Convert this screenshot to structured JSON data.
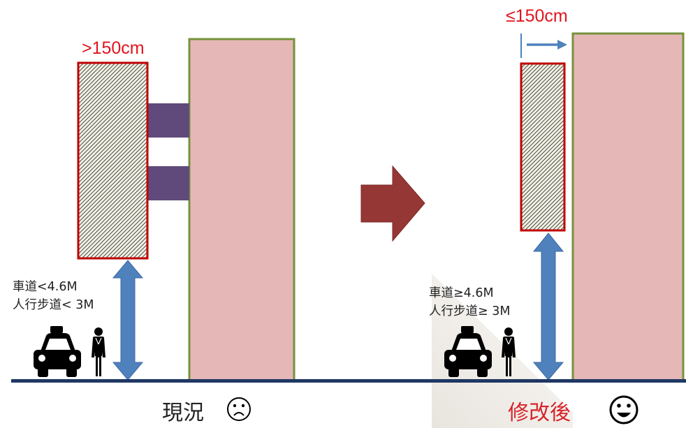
{
  "before": {
    "sign_width_label": ">150cm",
    "condition_line1": "車道<4.6M",
    "condition_line2": "人行步道< 3M",
    "caption": "現況",
    "caption_color": "#222222",
    "face_icon": "sad-face-icon"
  },
  "after": {
    "sign_width_label": "≤150cm",
    "condition_line1": "車道≥4.6M",
    "condition_line2": "人行步道≥ 3M",
    "caption": "修改後",
    "caption_color": "#d8242a",
    "face_icon": "happy-face-icon"
  },
  "colors": {
    "building_fill": "#e6b7b7",
    "building_border": "#76923c",
    "sign_border": "#c00000",
    "bracket": "#604a7b",
    "clearance_arrow": "#4f81bd",
    "transition_arrow": "#953735",
    "ground": "#1f3864",
    "dimension_text": "#e0141e"
  }
}
